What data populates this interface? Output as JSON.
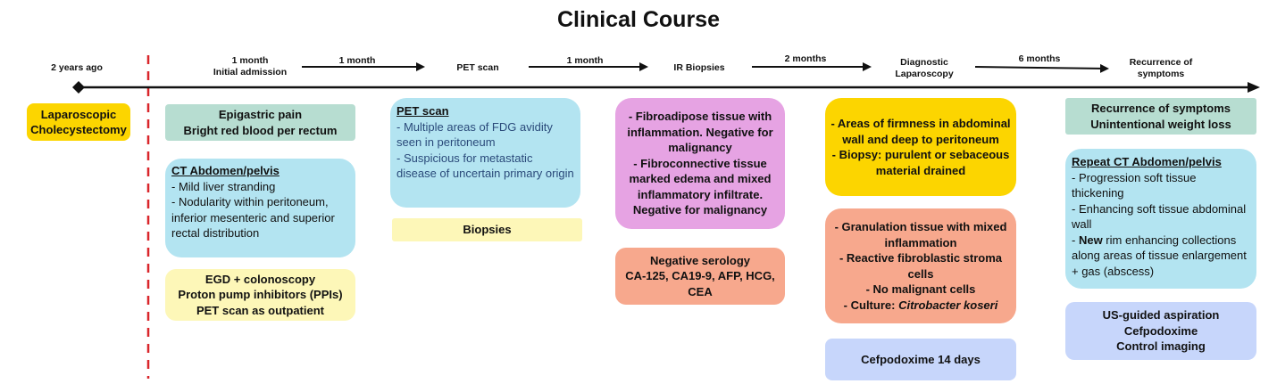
{
  "title": "Clinical Course",
  "timeline": {
    "points": [
      {
        "label": "2 years ago"
      },
      {
        "label": "1 month\nInitial admission"
      },
      {
        "label": "PET scan"
      },
      {
        "label": "IR Biopsies"
      },
      {
        "label": "Diagnostic\nLaparoscopy"
      },
      {
        "label": "Recurrence of\nsymptoms"
      }
    ],
    "intervals": [
      "1 month",
      "1 month",
      "2 months",
      "6 months"
    ]
  },
  "colors": {
    "yellow": "#fcd500",
    "green": "#b7ddd1",
    "blue": "#b3e4f1",
    "lightyellow": "#fdf7b8",
    "purple": "#e6a3e3",
    "salmon": "#f7a88d",
    "periwinkle": "#c7d6fb",
    "dashed": "#d9262b"
  },
  "boxes": {
    "lap_chole": {
      "lines": [
        "Laparoscopic",
        "Cholecystectomy"
      ]
    },
    "epigastric": {
      "lines": [
        "Epigastric pain",
        "Bright red blood per rectum"
      ]
    },
    "ct1": {
      "heading": "CT Abdomen/pelvis",
      "lines": [
        "- Mild liver stranding",
        "- Nodularity within peritoneum, inferior mesenteric and superior rectal distribution"
      ]
    },
    "egd": {
      "lines": [
        "EGD + colonoscopy",
        "Proton pump inhibitors (PPIs)",
        "PET scan as outpatient"
      ]
    },
    "pet": {
      "heading": "PET scan",
      "lines": [
        "- Multiple areas of FDG avidity seen in peritoneum",
        "- Suspicious for metastatic disease of uncertain primary origin"
      ]
    },
    "biopsies": {
      "lines": [
        "Biopsies"
      ]
    },
    "ir_path": {
      "lines": [
        "- Fibroadipose tissue with inflammation. Negative for malignancy",
        "- Fibroconnective tissue marked edema and mixed inflammatory infiltrate. Negative for malignancy"
      ]
    },
    "serology": {
      "lines": [
        "Negative serology",
        "CA-125, CA19-9, AFP, HCG, CEA"
      ]
    },
    "firmness": {
      "lines": [
        "- Areas of firmness in abdominal wall and deep to peritoneum",
        "- Biopsy: purulent or sebaceous material drained"
      ]
    },
    "granulation": {
      "lines": [
        "- Granulation tissue with mixed inflammation",
        "- Reactive fibroblastic stroma cells",
        "- No malignant cells"
      ],
      "culture_prefix": "- Culture: ",
      "culture_organism": "Citrobacter koseri"
    },
    "cefpo14": {
      "lines": [
        "Cefpodoxime 14 days"
      ]
    },
    "recurrence": {
      "lines": [
        "Recurrence of symptoms",
        "Unintentional weight loss"
      ]
    },
    "ct2": {
      "heading": "Repeat CT Abdomen/pelvis",
      "lines": [
        "- Progression soft tissue thickening",
        "- Enhancing soft tissue abdominal wall"
      ],
      "new_prefix": "- ",
      "new_word": "New",
      "new_rest": " rim enhancing collections along areas of tissue enlargement + gas (abscess)"
    },
    "us": {
      "lines": [
        "US-guided aspiration",
        "Cefpodoxime",
        "Control imaging"
      ]
    }
  }
}
